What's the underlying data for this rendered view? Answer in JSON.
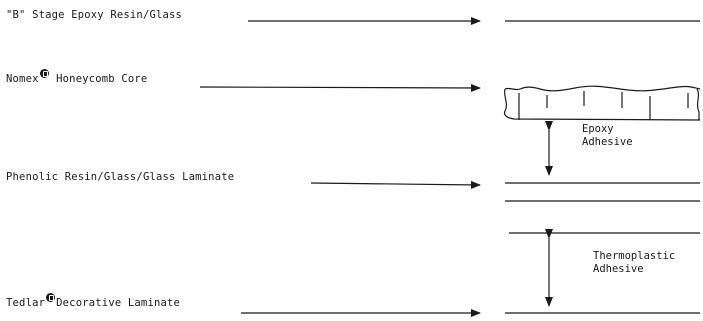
{
  "layers": [
    {
      "label": "\"B\" Stage Epoxy Resin/Glass",
      "mark_text": "",
      "mark_after": ""
    },
    {
      "label": "Nomex",
      "mark_text": "",
      "mark_after": " Honeycomb Core"
    },
    {
      "label": "Phenolic Resin/Glass/Glass Laminate",
      "mark_text": "",
      "mark_after": ""
    },
    {
      "label": "Tedlar",
      "mark_text": "",
      "mark_after": "Decorative Laminate"
    }
  ],
  "adhesives": {
    "epoxy": {
      "line1": "Epoxy",
      "line2": "Adhesive"
    },
    "thermoplastic": {
      "line1": "Thermoplastic",
      "line2": "Adhesive"
    }
  }
}
